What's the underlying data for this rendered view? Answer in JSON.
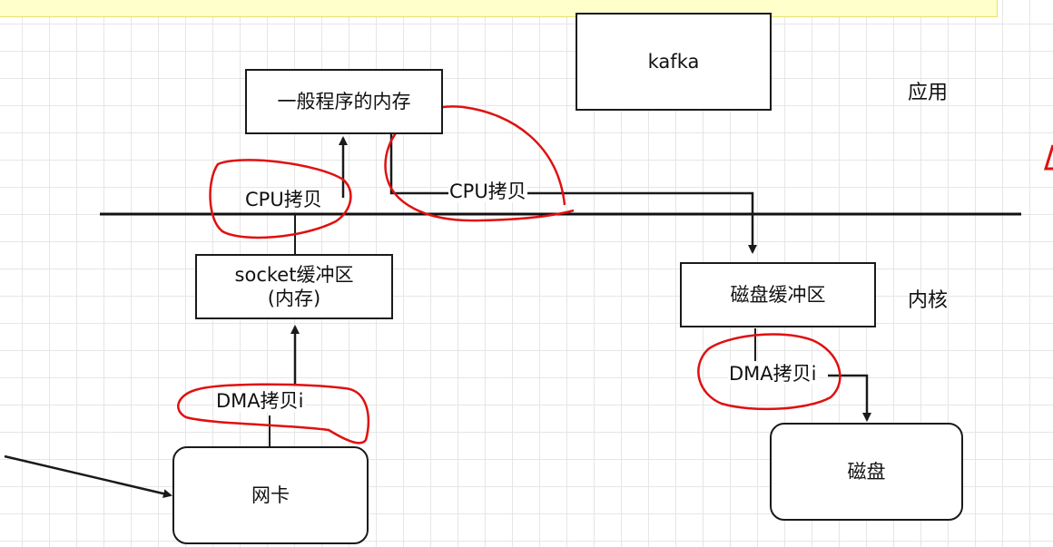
{
  "boxes": {
    "app_memory": "一般程序的内存",
    "kafka": "kafka",
    "socket_buffer_line1": "socket缓冲区",
    "socket_buffer_line2": "(内存)",
    "disk_buffer": "磁盘缓冲区",
    "nic": "网卡",
    "disk": "磁盘"
  },
  "edge_labels": {
    "cpu_copy_left": "CPU拷贝",
    "cpu_copy_right": "CPU拷贝",
    "dma_copy_left": "DMA拷贝i",
    "dma_copy_right": "DMA拷贝i"
  },
  "layers": {
    "application": "应用",
    "kernel": "内核"
  },
  "colors": {
    "annotation": "#e01010",
    "banner": "#ffffcc",
    "stroke": "#1a1a1a"
  }
}
